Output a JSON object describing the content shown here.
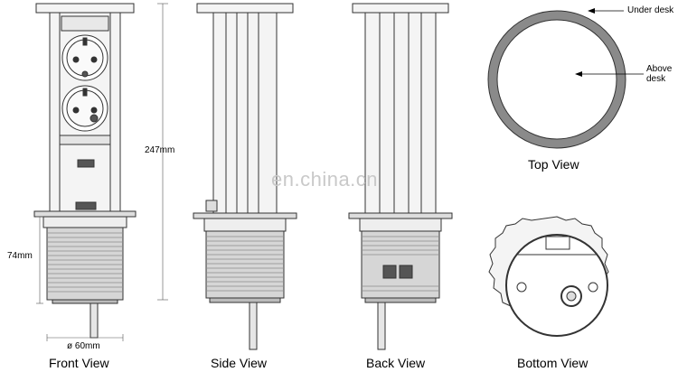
{
  "labels": {
    "front_view": "Front View",
    "side_view": "Side View",
    "back_view": "Back View",
    "top_view": "Top View",
    "bottom_view": "Bottom View"
  },
  "dimensions": {
    "height": "247mm",
    "base_height": "74mm",
    "diameter": "ø 60mm"
  },
  "annotations": {
    "under_desk": "Under desk",
    "above_desk": "Above\ndesk"
  },
  "watermark": "en.china.cn",
  "colors": {
    "stroke": "#333333",
    "metal": "#f2f2f2",
    "shade": "#bdbdbd",
    "ring": "#8a8a8a"
  }
}
